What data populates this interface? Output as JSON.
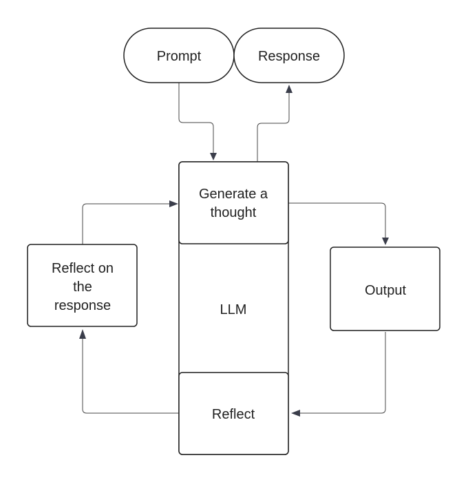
{
  "nodes": {
    "prompt": {
      "label": "Prompt"
    },
    "response": {
      "label": "Response"
    },
    "generate_thought": {
      "lines": [
        "Generate a",
        "thought"
      ]
    },
    "llm": {
      "label": "LLM"
    },
    "reflect": {
      "label": "Reflect"
    },
    "reflect_on_response": {
      "lines": [
        "Reflect on",
        "the",
        "response"
      ]
    },
    "output": {
      "label": "Output"
    }
  },
  "colors": {
    "stroke": "#1f1f1f",
    "connector": "#444444",
    "arrowhead": "#3a3d4a",
    "background": "#ffffff"
  }
}
